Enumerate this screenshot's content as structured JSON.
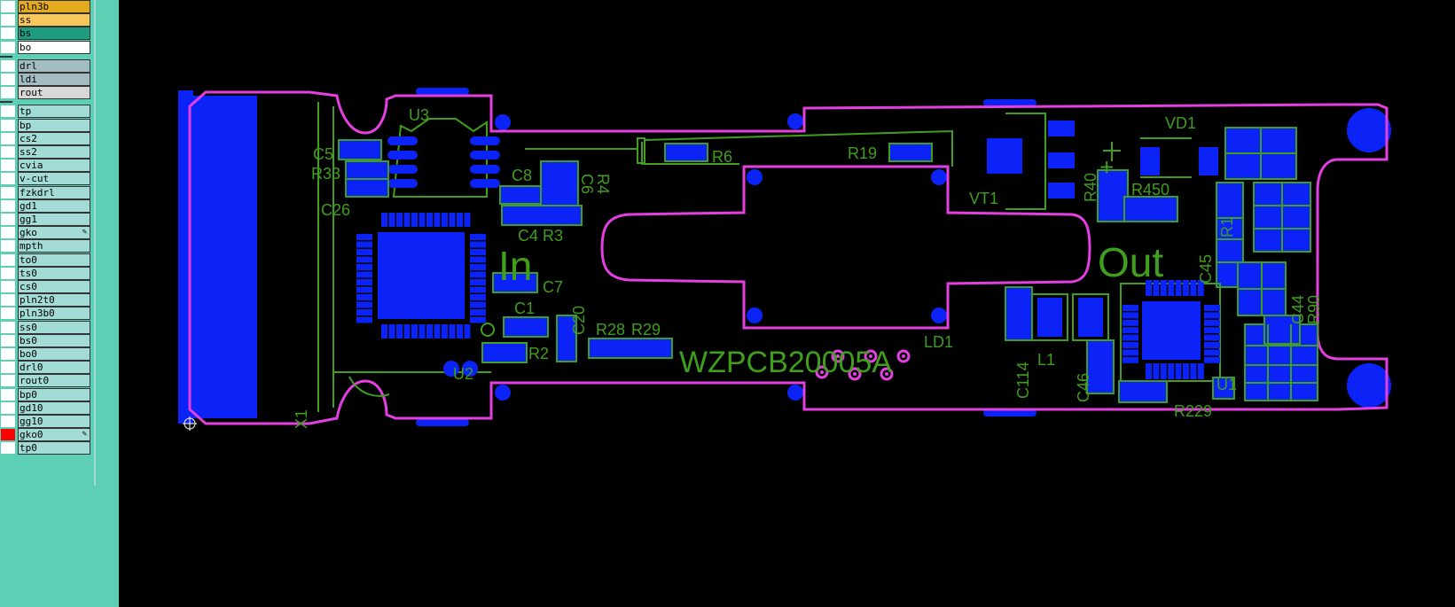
{
  "layers": [
    {
      "name": "pln3b",
      "color": "#e3aa1c"
    },
    {
      "name": "ss",
      "color": "#f7c65c"
    },
    {
      "name": "bs",
      "color": "#1f9c80"
    },
    {
      "name": "bo",
      "color": "#ffffff"
    },
    {
      "name": "drl",
      "color": "#a2bcc2"
    },
    {
      "name": "ldi",
      "color": "#a2bcc2"
    },
    {
      "name": "rout",
      "color": "#d8d8d8"
    },
    {
      "name": "tp",
      "color": "#a3dcd6"
    },
    {
      "name": "bp",
      "color": "#a3dcd6"
    },
    {
      "name": "cs2",
      "color": "#a3dcd6"
    },
    {
      "name": "ss2",
      "color": "#a3dcd6"
    },
    {
      "name": "cvia",
      "color": "#a3dcd6"
    },
    {
      "name": "v-cut",
      "color": "#a3dcd6"
    },
    {
      "name": "fzkdrl",
      "color": "#a3dcd6"
    },
    {
      "name": "gd1",
      "color": "#a3dcd6"
    },
    {
      "name": "gg1",
      "color": "#a3dcd6"
    },
    {
      "name": "gko",
      "color": "#a3dcd6",
      "edit_icon": "pencil-icon"
    },
    {
      "name": "mpth",
      "color": "#a3dcd6"
    },
    {
      "name": "to0",
      "color": "#a3dcd6"
    },
    {
      "name": "ts0",
      "color": "#a3dcd6"
    },
    {
      "name": "cs0",
      "color": "#a3dcd6"
    },
    {
      "name": "pln2t0",
      "color": "#a3dcd6"
    },
    {
      "name": "pln3b0",
      "color": "#a3dcd6"
    },
    {
      "name": "ss0",
      "color": "#a3dcd6"
    },
    {
      "name": "bs0",
      "color": "#a3dcd6"
    },
    {
      "name": "bo0",
      "color": "#a3dcd6"
    },
    {
      "name": "drl0",
      "color": "#a3dcd6"
    },
    {
      "name": "rout0",
      "color": "#a3dcd6"
    },
    {
      "name": "bp0",
      "color": "#a3dcd6"
    },
    {
      "name": "gd10",
      "color": "#a3dcd6"
    },
    {
      "name": "gg10",
      "color": "#a3dcd6"
    },
    {
      "name": "gko0",
      "color": "#a3dcd6",
      "edit_icon": "pencil-icon",
      "active": true,
      "active_color": "#ff0000"
    },
    {
      "name": "tp0",
      "color": "#a3dcd6"
    }
  ],
  "board": {
    "colors": {
      "outline": "#e43fe0",
      "silk": "#3f9f1d",
      "copper": "#0b23f6",
      "background": "#000000"
    },
    "designators": [
      "U3",
      "C5",
      "R33",
      "C26",
      "C8",
      "C6",
      "R4",
      "R6",
      "R19",
      "VT1",
      "R40",
      "VD1",
      "R450",
      "R1",
      "C4",
      "R3",
      "C7",
      "C1",
      "C20",
      "R28",
      "R29",
      "R2",
      "U2",
      "LD1",
      "C45",
      "C44",
      "R90",
      "C114",
      "L1",
      "C46",
      "U1",
      "R229",
      "X1"
    ],
    "in_label": "In",
    "out_label": "Out",
    "board_id": "WZPCB20005A",
    "plus_sign": "+",
    "pin1_mark": "①"
  }
}
